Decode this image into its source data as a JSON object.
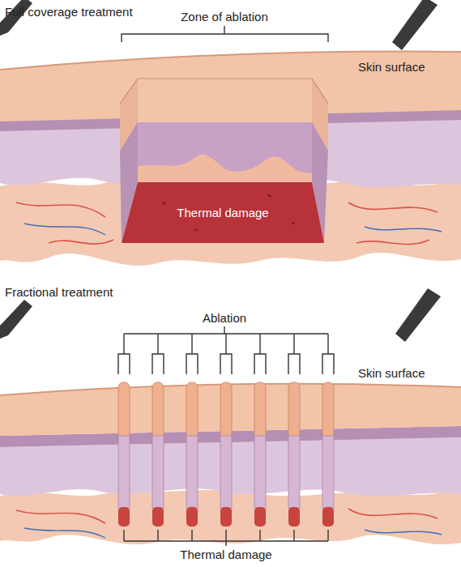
{
  "diagram": {
    "labels": [
      "Full coverage treatment",
      "Zone of ablation",
      "Skin surface",
      "Thermal damage",
      "Fractional treatment",
      "Ablation",
      "Skin surface",
      "Thermal damage"
    ]
  }
}
